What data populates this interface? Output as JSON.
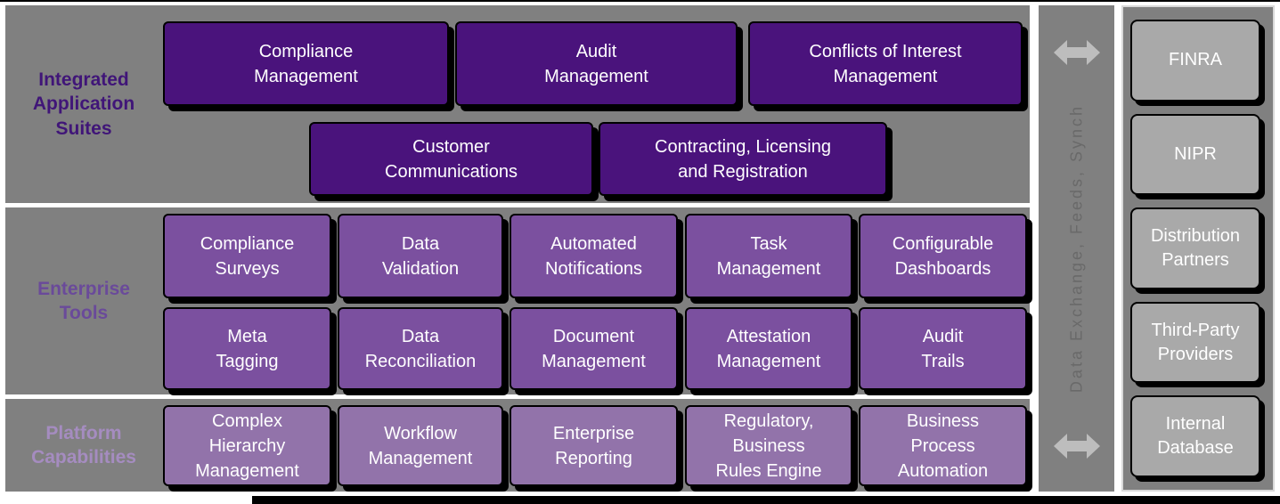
{
  "suites": {
    "label": "Integrated\nApplication\nSuites",
    "row1": [
      "Compliance\nManagement",
      "Audit\nManagement",
      "Conflicts of Interest\nManagement"
    ],
    "row2": [
      "Customer\nCommunications",
      "Contracting, Licensing\nand Registration"
    ]
  },
  "enterprise": {
    "label": "Enterprise\nTools",
    "row1": [
      "Compliance\nSurveys",
      "Data\nValidation",
      "Automated\nNotifications",
      "Task\nManagement",
      "Configurable\nDashboards"
    ],
    "row2": [
      "Meta\nTagging",
      "Data\nReconciliation",
      "Document\nManagement",
      "Attestation\nManagement",
      "Audit\nTrails"
    ]
  },
  "platform": {
    "label": "Platform\nCapabilities",
    "row1": [
      "Complex\nHierarchy\nManagement",
      "Workflow\nManagement",
      "Enterprise\nReporting",
      "Regulatory,\nBusiness\nRules Engine",
      "Business\nProcess\nAutomation"
    ]
  },
  "connector": {
    "vertical_text": "Data Exchange, Feeds, Synch"
  },
  "external": {
    "items": [
      "FINRA",
      "NIPR",
      "Distribution\nPartners",
      "Third-Party\nProviders",
      "Internal\nDatabase"
    ]
  },
  "colors": {
    "panel_gray": "#808080",
    "suite_box_purple": "#4a137c",
    "enterprise_box_purple": "#7b509f",
    "platform_box_purple": "#9273aa",
    "external_box_gray": "#a9a9a9",
    "arrow_gray": "#bdbdbd",
    "suites_label": "#401578",
    "enterprise_label": "#6a4a9a",
    "platform_label": "#a58cc0"
  }
}
